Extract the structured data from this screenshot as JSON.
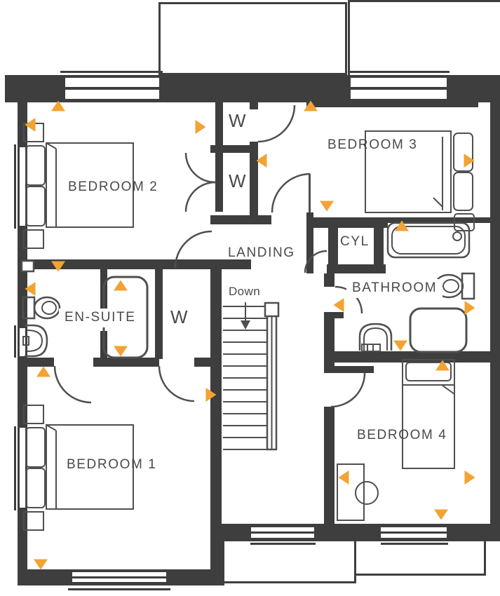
{
  "colors": {
    "wall": "#3E3E3E",
    "line": "#4F4F4F",
    "text": "#4A4A4A",
    "accent": "#F2A333",
    "label_background": "#FFFFFF"
  },
  "rooms": {
    "bedroom1": "BEDROOM 1",
    "bedroom2": "BEDROOM 2",
    "bedroom3": "BEDROOM 3",
    "bedroom4": "BEDROOM 4",
    "landing": "LANDING",
    "bathroom": "BATHROOM",
    "ensuite": "EN-SUITE",
    "cylinder": "CYL",
    "wardrobe1": "W",
    "wardrobe2": "W",
    "wardrobe3": "W"
  },
  "stairs": {
    "direction": "Down"
  }
}
